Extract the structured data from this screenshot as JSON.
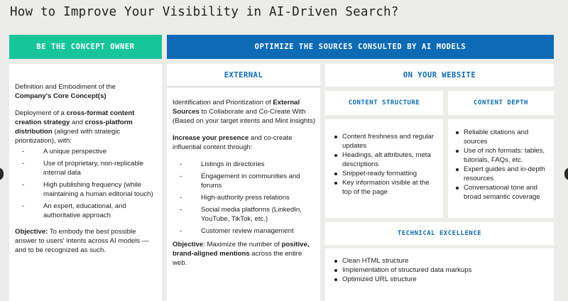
{
  "title": "How to Improve Your Visibility in AI-Driven Search?",
  "colors": {
    "green": "#17c59b",
    "blue": "#0c6bb4",
    "background": "#ecece9"
  },
  "bars": {
    "concept_owner": "BE THE CONCEPT OWNER",
    "optimize_sources": "OPTIMIZE THE SOURCES CONSULTED BY AI MODELS"
  },
  "concept": {
    "intro_plain": "Definition and Embodiment of the",
    "intro_bold": "Company's Core Concept(s)",
    "deploy_1": "Deployment of a ",
    "deploy_bold_1": "cross-format content creation strategy",
    "deploy_2": " and ",
    "deploy_bold_2": "cross-platform distribution",
    "deploy_3": " (aligned with strategic prioritization), with:",
    "items": [
      "A unique perspective",
      "Use of proprietary, non-replicable internal data",
      "High publishing frequency (while maintaining a human editorial touch)",
      "An expert, educational, and authoritative approach"
    ],
    "objective_label": "Objective:",
    "objective_text": " To embody the best possible answer to users' intents across AI models — and to be recognized as such."
  },
  "external": {
    "header": "EXTERNAL",
    "intro_1": "Identification and Prioritization of ",
    "intro_bold": "External Sources",
    "intro_2": " to Collaborate and Co-Create With (Based on your target intents and Mint insights)",
    "presence_bold": "Increase your presence",
    "presence_text": " and co-create influential content through:",
    "items": [
      "Listings in directories",
      "Engagement in communities and forums",
      "High-authority press relations",
      "Social media platforms (LinkedIn, YouTube, TikTok, etc.)",
      "Customer review management"
    ],
    "objective_label": "Objective",
    "objective_text_1": ": Maximize the number of ",
    "objective_bold": "positive, brand-aligned mentions",
    "objective_text_2": " across the entire web."
  },
  "website": {
    "header": "ON YOUR WEBSITE",
    "content_structure": {
      "header": "CONTENT STRUCTURE",
      "items": [
        "Content freshness and regular updates",
        "Headings, alt attributes, meta descriptions",
        "Snippet-ready formatting",
        "Key information visible at the top of the page"
      ]
    },
    "content_depth": {
      "header": "CONTENT DEPTH",
      "items": [
        "Reliable citations and sources",
        "Use of rich formats: tables, tutorials, FAQs, etc.",
        "Expert guides and in-depth resources",
        "Conversational tone and broad semantic coverage"
      ]
    },
    "technical": {
      "header": "TECHNICAL EXCELLENCE",
      "items": [
        "Clean HTML structure",
        "Implementation of structured data markups",
        "Optimized URL structure"
      ]
    }
  }
}
